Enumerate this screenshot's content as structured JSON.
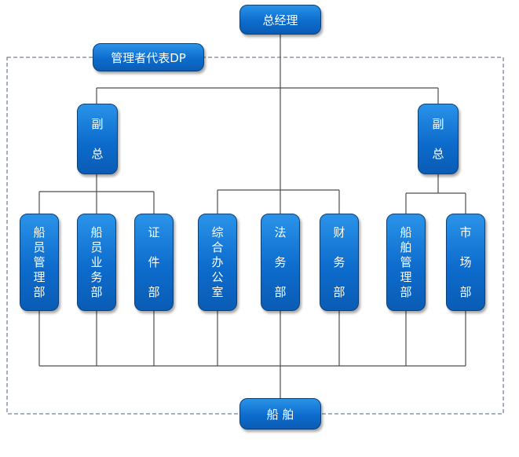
{
  "nodes": {
    "gm": "总经理",
    "dp": "管理者代表DP",
    "vp_left": "副总",
    "vp_right": "副总",
    "crew_mgmt": "船员管理部",
    "crew_biz": "船员业务部",
    "cert": "证件部",
    "office": "综合办公室",
    "legal": "法务部",
    "finance": "财务部",
    "ship_mgmt": "船舶管理部",
    "market": "市场部",
    "ship": "船 舶"
  },
  "colors": {
    "node_fill": "#1479db",
    "node_border": "#0c3f78",
    "connector": "#4d4d4d",
    "dashed_frame": "#4d6080"
  }
}
